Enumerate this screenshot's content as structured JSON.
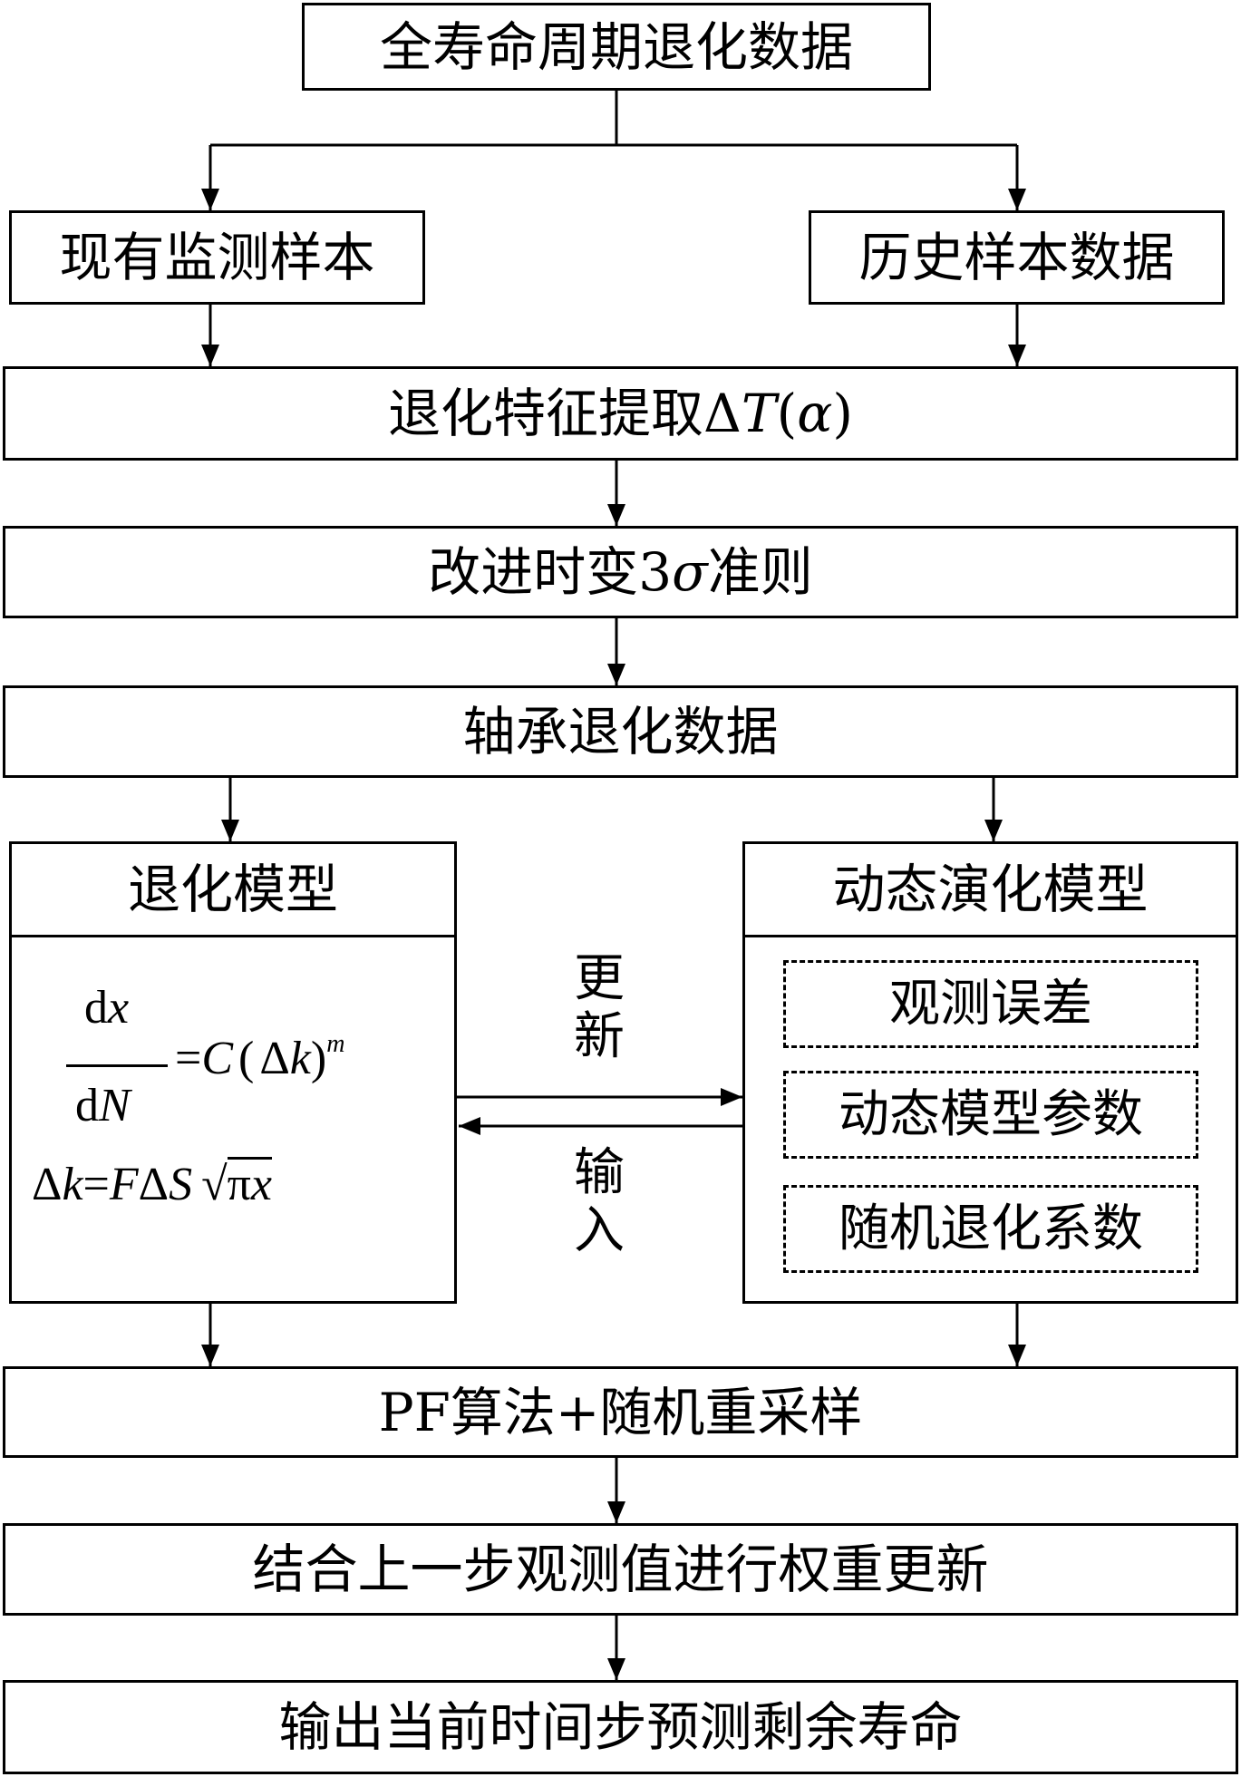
{
  "nodes": {
    "full_life_data": "全寿命周期退化数据",
    "current_monitoring": "现有监测样本",
    "historical_data": "历史样本数据",
    "feature_extraction": "退化特征提取ΔT(α)",
    "feature_extraction_prefix": "退化特征提取Δ",
    "feature_extraction_T": "T",
    "feature_extraction_paren_open": "(",
    "feature_extraction_alpha": "α",
    "feature_extraction_paren_close": ")",
    "improved_rule": "改进时变3σ准则",
    "improved_rule_prefix": "改进时变3",
    "improved_rule_sigma": "σ",
    "improved_rule_suffix": "准则",
    "bearing_data": "轴承退化数据",
    "degradation_model": "退化模型",
    "dynamic_model": "动态演化模型",
    "observation_error": "观测误差",
    "dynamic_params": "动态模型参数",
    "random_coef": "随机退化系数",
    "pf_algorithm": "PF算法+随机重采样",
    "weight_update": "结合上一步观测值进行权重更新",
    "output_rul": "输出当前时间步预测剩余寿命"
  },
  "edge_labels": {
    "update_1": "更",
    "update_2": "新",
    "input_1": "输",
    "input_2": "入"
  },
  "formula": {
    "numerator_d": "d",
    "numerator_x": "x",
    "denominator_d": "d",
    "denominator_N": "N",
    "equals_1": "=",
    "C": "C",
    "lparen": "(",
    "Delta_1": "Δ",
    "k_1": "k",
    "rparen": ")",
    "m": "m",
    "Delta_2": "Δ",
    "k_2": "k",
    "equals_2": "=",
    "F": "F",
    "Delta_3": "Δ",
    "S": "S",
    "sqrt": "√",
    "pi": "π",
    "x": "x"
  }
}
